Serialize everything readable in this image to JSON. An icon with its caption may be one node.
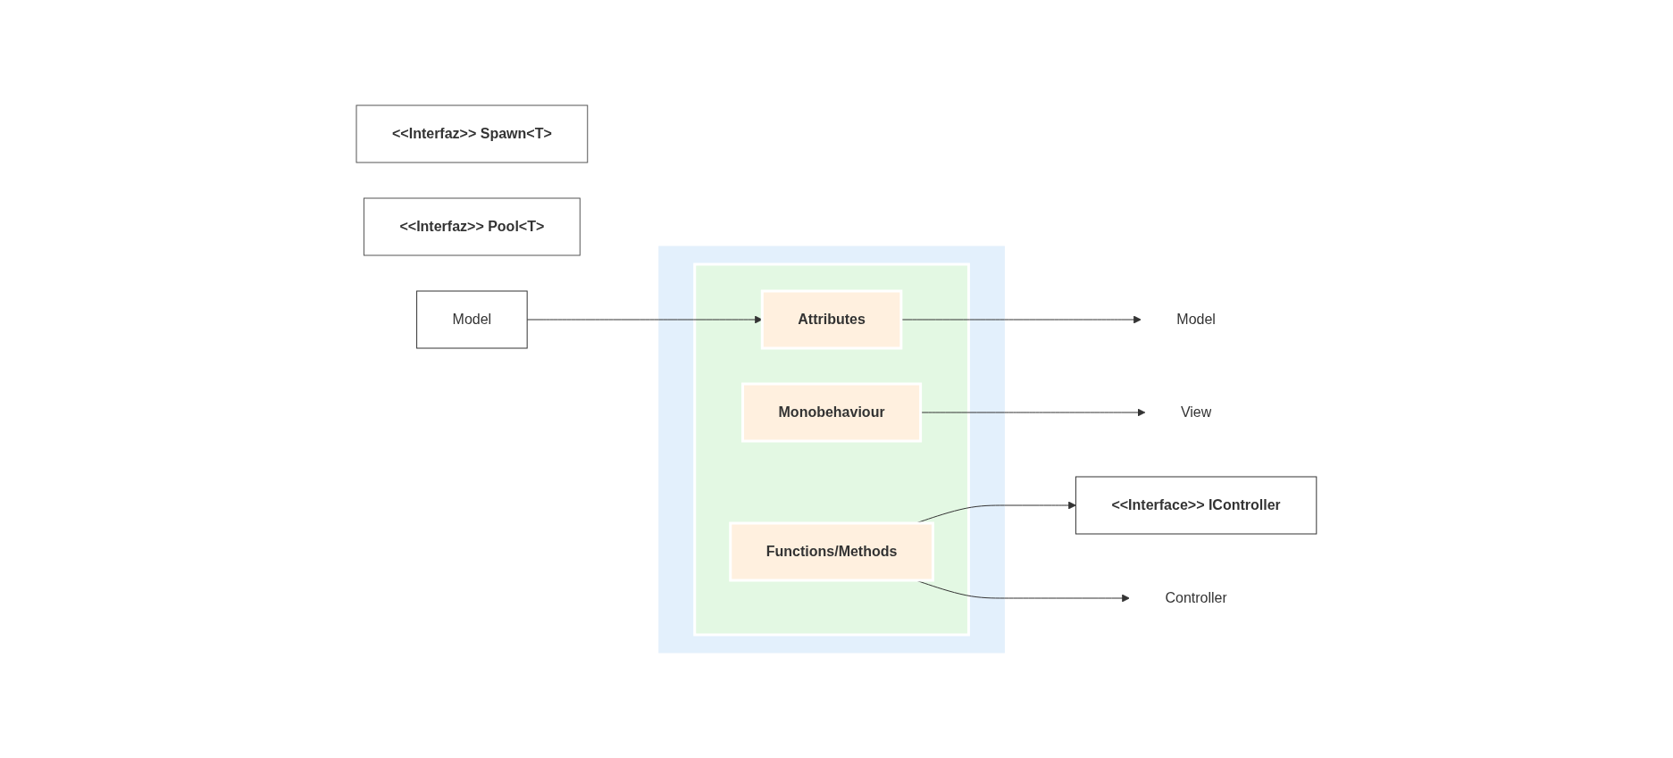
{
  "diagram": {
    "nodes": [
      {
        "text": [
          "<<Interfaz>> Spawn<T>"
        ]
      },
      {
        "text": [
          "<<Interfaz>> Pool<T>"
        ]
      },
      {
        "text": [],
        "shape": "box"
      },
      {
        "text": [],
        "shape": "box",
        "in": 2
      },
      {
        "text": [
          "Monobehaviour"
        ],
        "in": 3
      },
      {
        "text": [
          "Attributes"
        ],
        "in": 3
      },
      {
        "text": [
          "Functions/Methods"
        ],
        "in": 3
      },
      {
        "text": [
          "Model"
        ]
      },
      {
        "text": [
          "<<Interface>> IController"
        ]
      },
      {
        "text": [
          "View"
        ]
      },
      {
        "text": [
          "Model"
        ]
      },
      {
        "text": [
          "Controller"
        ]
      }
    ],
    "edges": [
      {
        "from": 7,
        "to": 5,
        "arrow": "to"
      },
      {
        "from": 6,
        "to": 8,
        "arrow": "to"
      },
      {
        "from": 4,
        "to": 9,
        "arrow": "to"
      },
      {
        "from": 5,
        "to": 10,
        "arrow": "to"
      },
      {
        "from": 6,
        "to": 11,
        "arrow": "to"
      }
    ]
  }
}
